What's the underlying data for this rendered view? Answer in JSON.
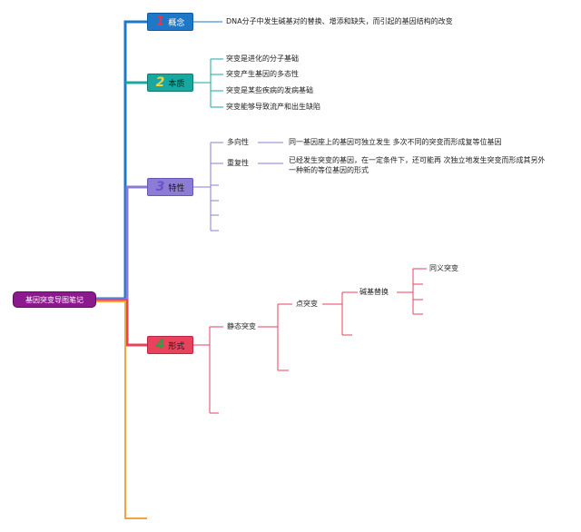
{
  "root": {
    "label": "基因突变导图笔记"
  },
  "colors": {
    "concept": "#1e78c8",
    "essence": "#19a8a0",
    "traits": "#8d7cd6",
    "forms": "#e8425c",
    "extra": "#f2a53a"
  },
  "branches": {
    "concept": {
      "number": "1",
      "label": "概念",
      "items": [
        "DNA分子中发生碱基对的替换、增添和缺失，而引起的基因结构的改变"
      ]
    },
    "essence": {
      "number": "2",
      "label": "本质",
      "items": [
        "突变是进化的分子基础",
        "突变产生基因的多态性",
        "突变是某些疾病的发病基础",
        "突变能够导致流产和出生缺陷"
      ]
    },
    "traits": {
      "number": "3",
      "label": "特性",
      "items": [
        {
          "name": "多向性",
          "desc": "同一基因座上的基因可独立发生 多次不同的突变而形成复等位基因"
        },
        {
          "name": "重复性",
          "desc": "已经发生突变的基因，在一定条件下，还可能再 次独立地发生突变而形成其另外一种新的等位基因的形式"
        }
      ]
    },
    "forms": {
      "number": "4",
      "label": "形式",
      "child": "静态突变",
      "grandchild": "点突变",
      "great": "碱基替换",
      "leaf": "同义突变"
    }
  }
}
